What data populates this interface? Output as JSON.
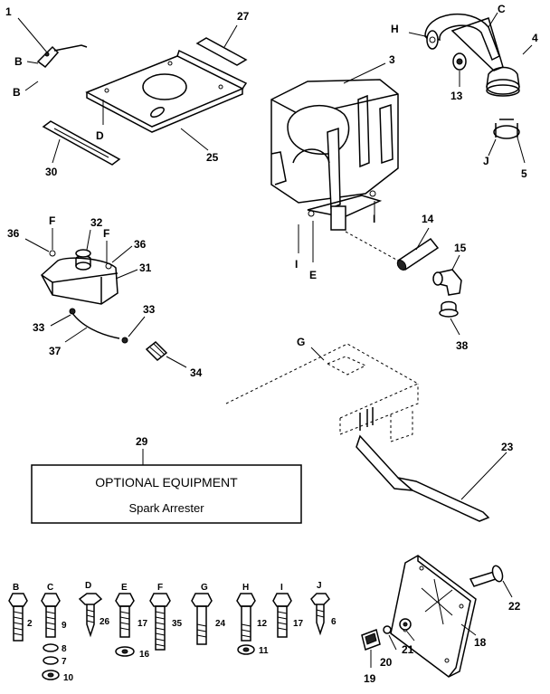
{
  "box": {
    "title": "OPTIONAL EQUIPMENT",
    "subtitle": "Spark Arrester",
    "callout": "29"
  },
  "callouts": {
    "p1": "1",
    "p27": "27",
    "p25": "25",
    "p30": "30",
    "p3": "3",
    "p4": "4",
    "p13": "13",
    "p5": "5",
    "p14": "14",
    "p15": "15",
    "p38": "38",
    "p36a": "36",
    "p36b": "36",
    "p32": "32",
    "p31": "31",
    "p33a": "33",
    "p33b": "33",
    "p37": "37",
    "p34": "34",
    "p23": "23",
    "p22": "22",
    "p18": "18",
    "p21": "21",
    "p20": "20",
    "p19": "19"
  },
  "letters": {
    "B1": "B",
    "B2": "B",
    "D": "D",
    "H": "H",
    "C": "C",
    "J": "J",
    "I1": "I",
    "I2": "I",
    "E": "E",
    "F1": "F",
    "F2": "F",
    "G": "G"
  },
  "hardware": [
    {
      "letter": "B",
      "num": "2"
    },
    {
      "letter": "C",
      "num": "9"
    },
    {
      "letter": "D",
      "num": "26"
    },
    {
      "letter": "E",
      "num": "17"
    },
    {
      "letter": "F",
      "num": "35"
    },
    {
      "letter": "G",
      "num": "24"
    },
    {
      "letter": "H",
      "num": "12"
    },
    {
      "letter": "I",
      "num": "17"
    },
    {
      "letter": "J",
      "num": "6"
    }
  ],
  "washers": {
    "w8": "8",
    "w7": "7",
    "w10": "10",
    "w16": "16",
    "w11": "11"
  }
}
